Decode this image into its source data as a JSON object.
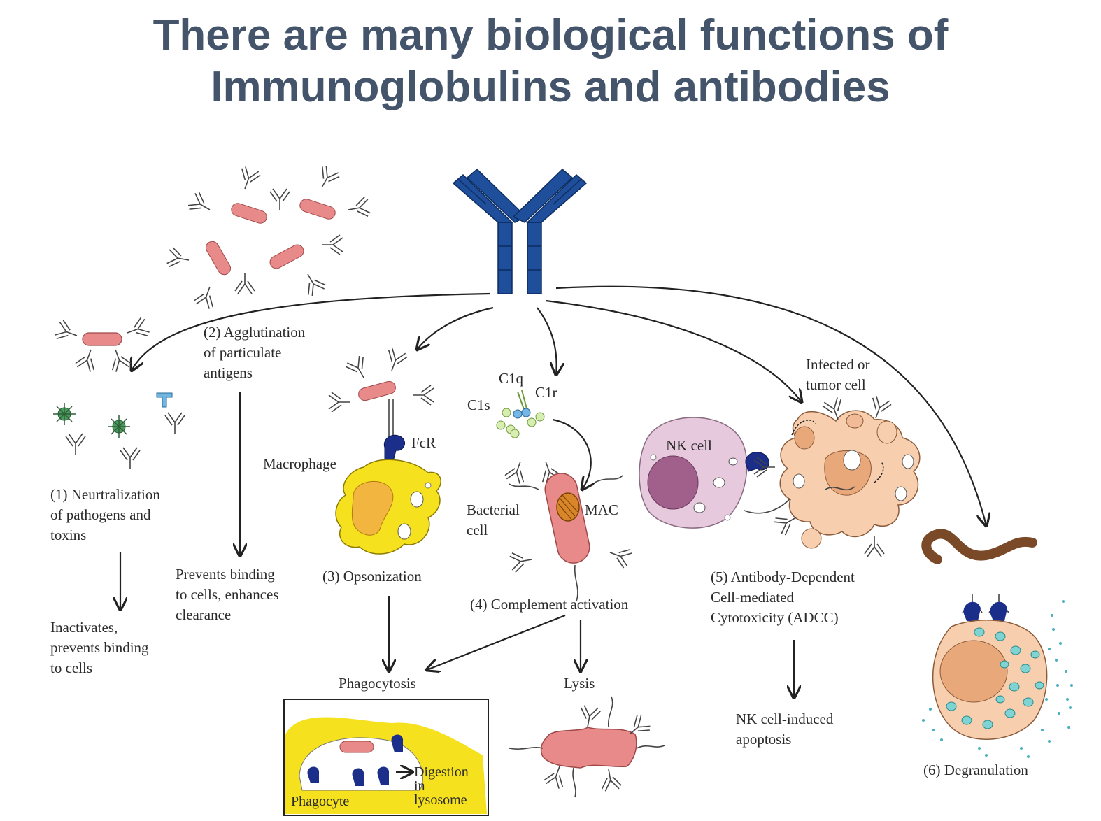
{
  "title": {
    "line1": "There are many biological functions of",
    "line2": "Immunoglobulins and antibodies"
  },
  "colors": {
    "title": "#44546a",
    "antibody": "#1f4e9a",
    "bacterium": "#e98a8a",
    "macrophage": "#f5e11d",
    "target_cell": "#f7cfae",
    "nk_cell": "#e6c9dc",
    "granule": "#7fd3d3"
  },
  "functions": {
    "f1": {
      "line1": "(1) Neurtralization",
      "line2": "of pathogens and",
      "line3": "toxins",
      "outcome1": "Inactivates,",
      "outcome2": "prevents binding",
      "outcome3": "to cells"
    },
    "f2": {
      "line1": "(2) Agglutination",
      "line2": "of particulate",
      "line3": "antigens",
      "outcome1": "Prevents binding",
      "outcome2": "to cells, enhances",
      "outcome3": "clearance"
    },
    "f3": {
      "label": "(3) Opsonization",
      "macrophage": "Macrophage",
      "fcr": "FcR"
    },
    "f4": {
      "label": "(4) Complement activation",
      "c1q": "C1q",
      "c1r": "C1r",
      "c1s": "C1s",
      "mac": "MAC",
      "bacterial1": "Bacterial",
      "bacterial2": "cell"
    },
    "f5": {
      "line1": "(5) Antibody-Dependent",
      "line2": "Cell-mediated",
      "line3": "Cytotoxicity (ADCC)",
      "infected1": "Infected or",
      "infected2": "tumor cell",
      "nk": "NK cell",
      "outcome1": "NK cell-induced",
      "outcome2": "apoptosis"
    },
    "f6": {
      "label": "(6) Degranulation"
    }
  },
  "outcomes": {
    "phagocytosis": "Phagocytosis",
    "lysis": "Lysis",
    "phagocyte": "Phagocyte",
    "digestion1": "Digestion",
    "digestion2": "in",
    "digestion3": "lysosome"
  }
}
